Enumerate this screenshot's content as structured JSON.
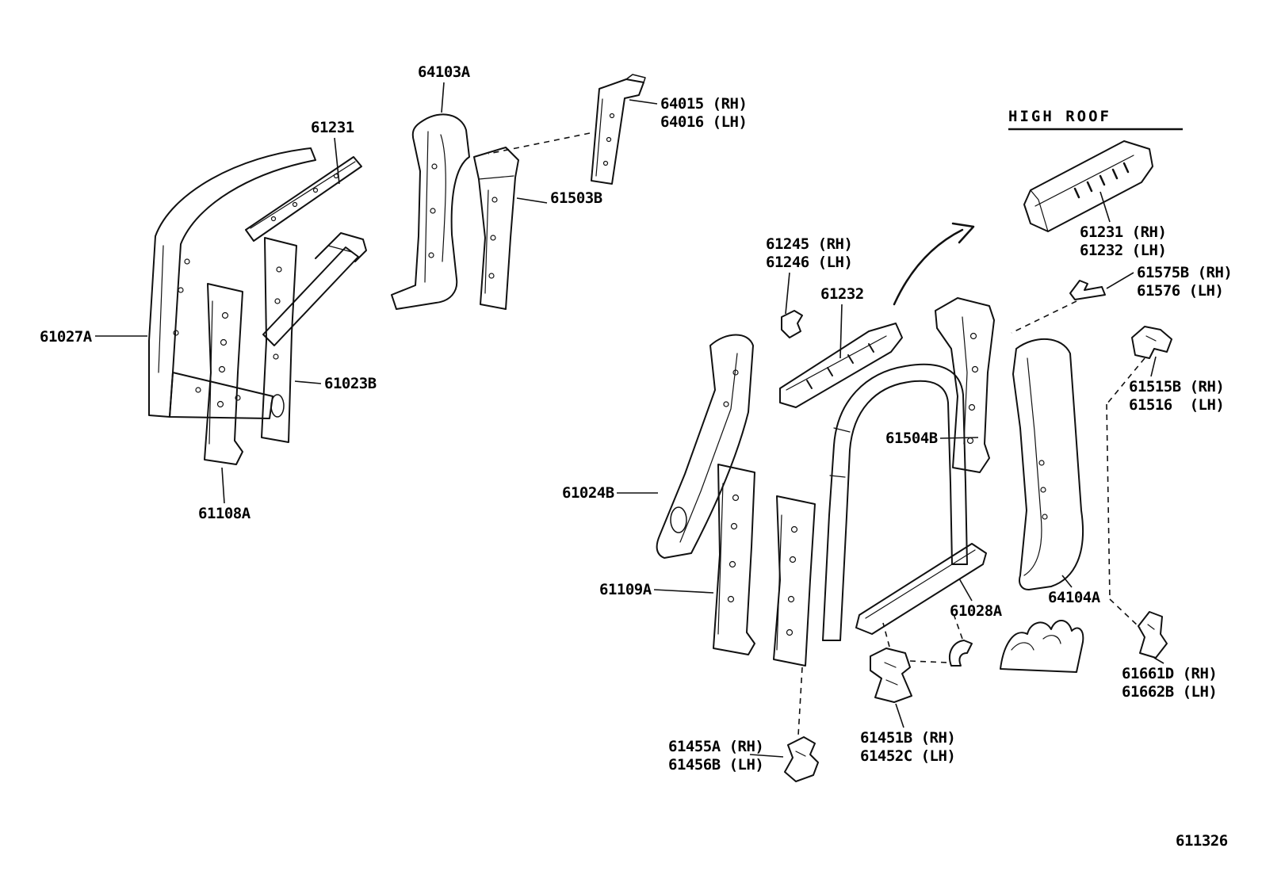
{
  "diagram": {
    "doc_number": "611326",
    "high_roof_heading": "HIGH ROOF",
    "labels": {
      "p64103A": "64103A",
      "p61231": "61231",
      "p64015": "64015 (RH)",
      "p64016": "64016 (LH)",
      "p61503B": "61503B",
      "p61231rh": "61231 (RH)",
      "p61232lh": "61232 (LH)",
      "p61245": "61245 (RH)",
      "p61246": "61246 (LH)",
      "p61232": "61232",
      "p61575B": "61575B (RH)",
      "p61576": "61576 (LH)",
      "p61027A": "61027A",
      "p61023B": "61023B",
      "p61515B": "61515B (RH)",
      "p61516": "61516  (LH)",
      "p61504B": "61504B",
      "p61024B": "61024B",
      "p61108A": "61108A",
      "p61109A": "61109A",
      "p61028A": "61028A",
      "p64104A": "64104A",
      "p61661D": "61661D (RH)",
      "p61662B": "61662B (LH)",
      "p61455A": "61455A (RH)",
      "p61456B": "61456B (LH)",
      "p61451B": "61451B (RH)",
      "p61452C": "61452C (LH)"
    }
  }
}
